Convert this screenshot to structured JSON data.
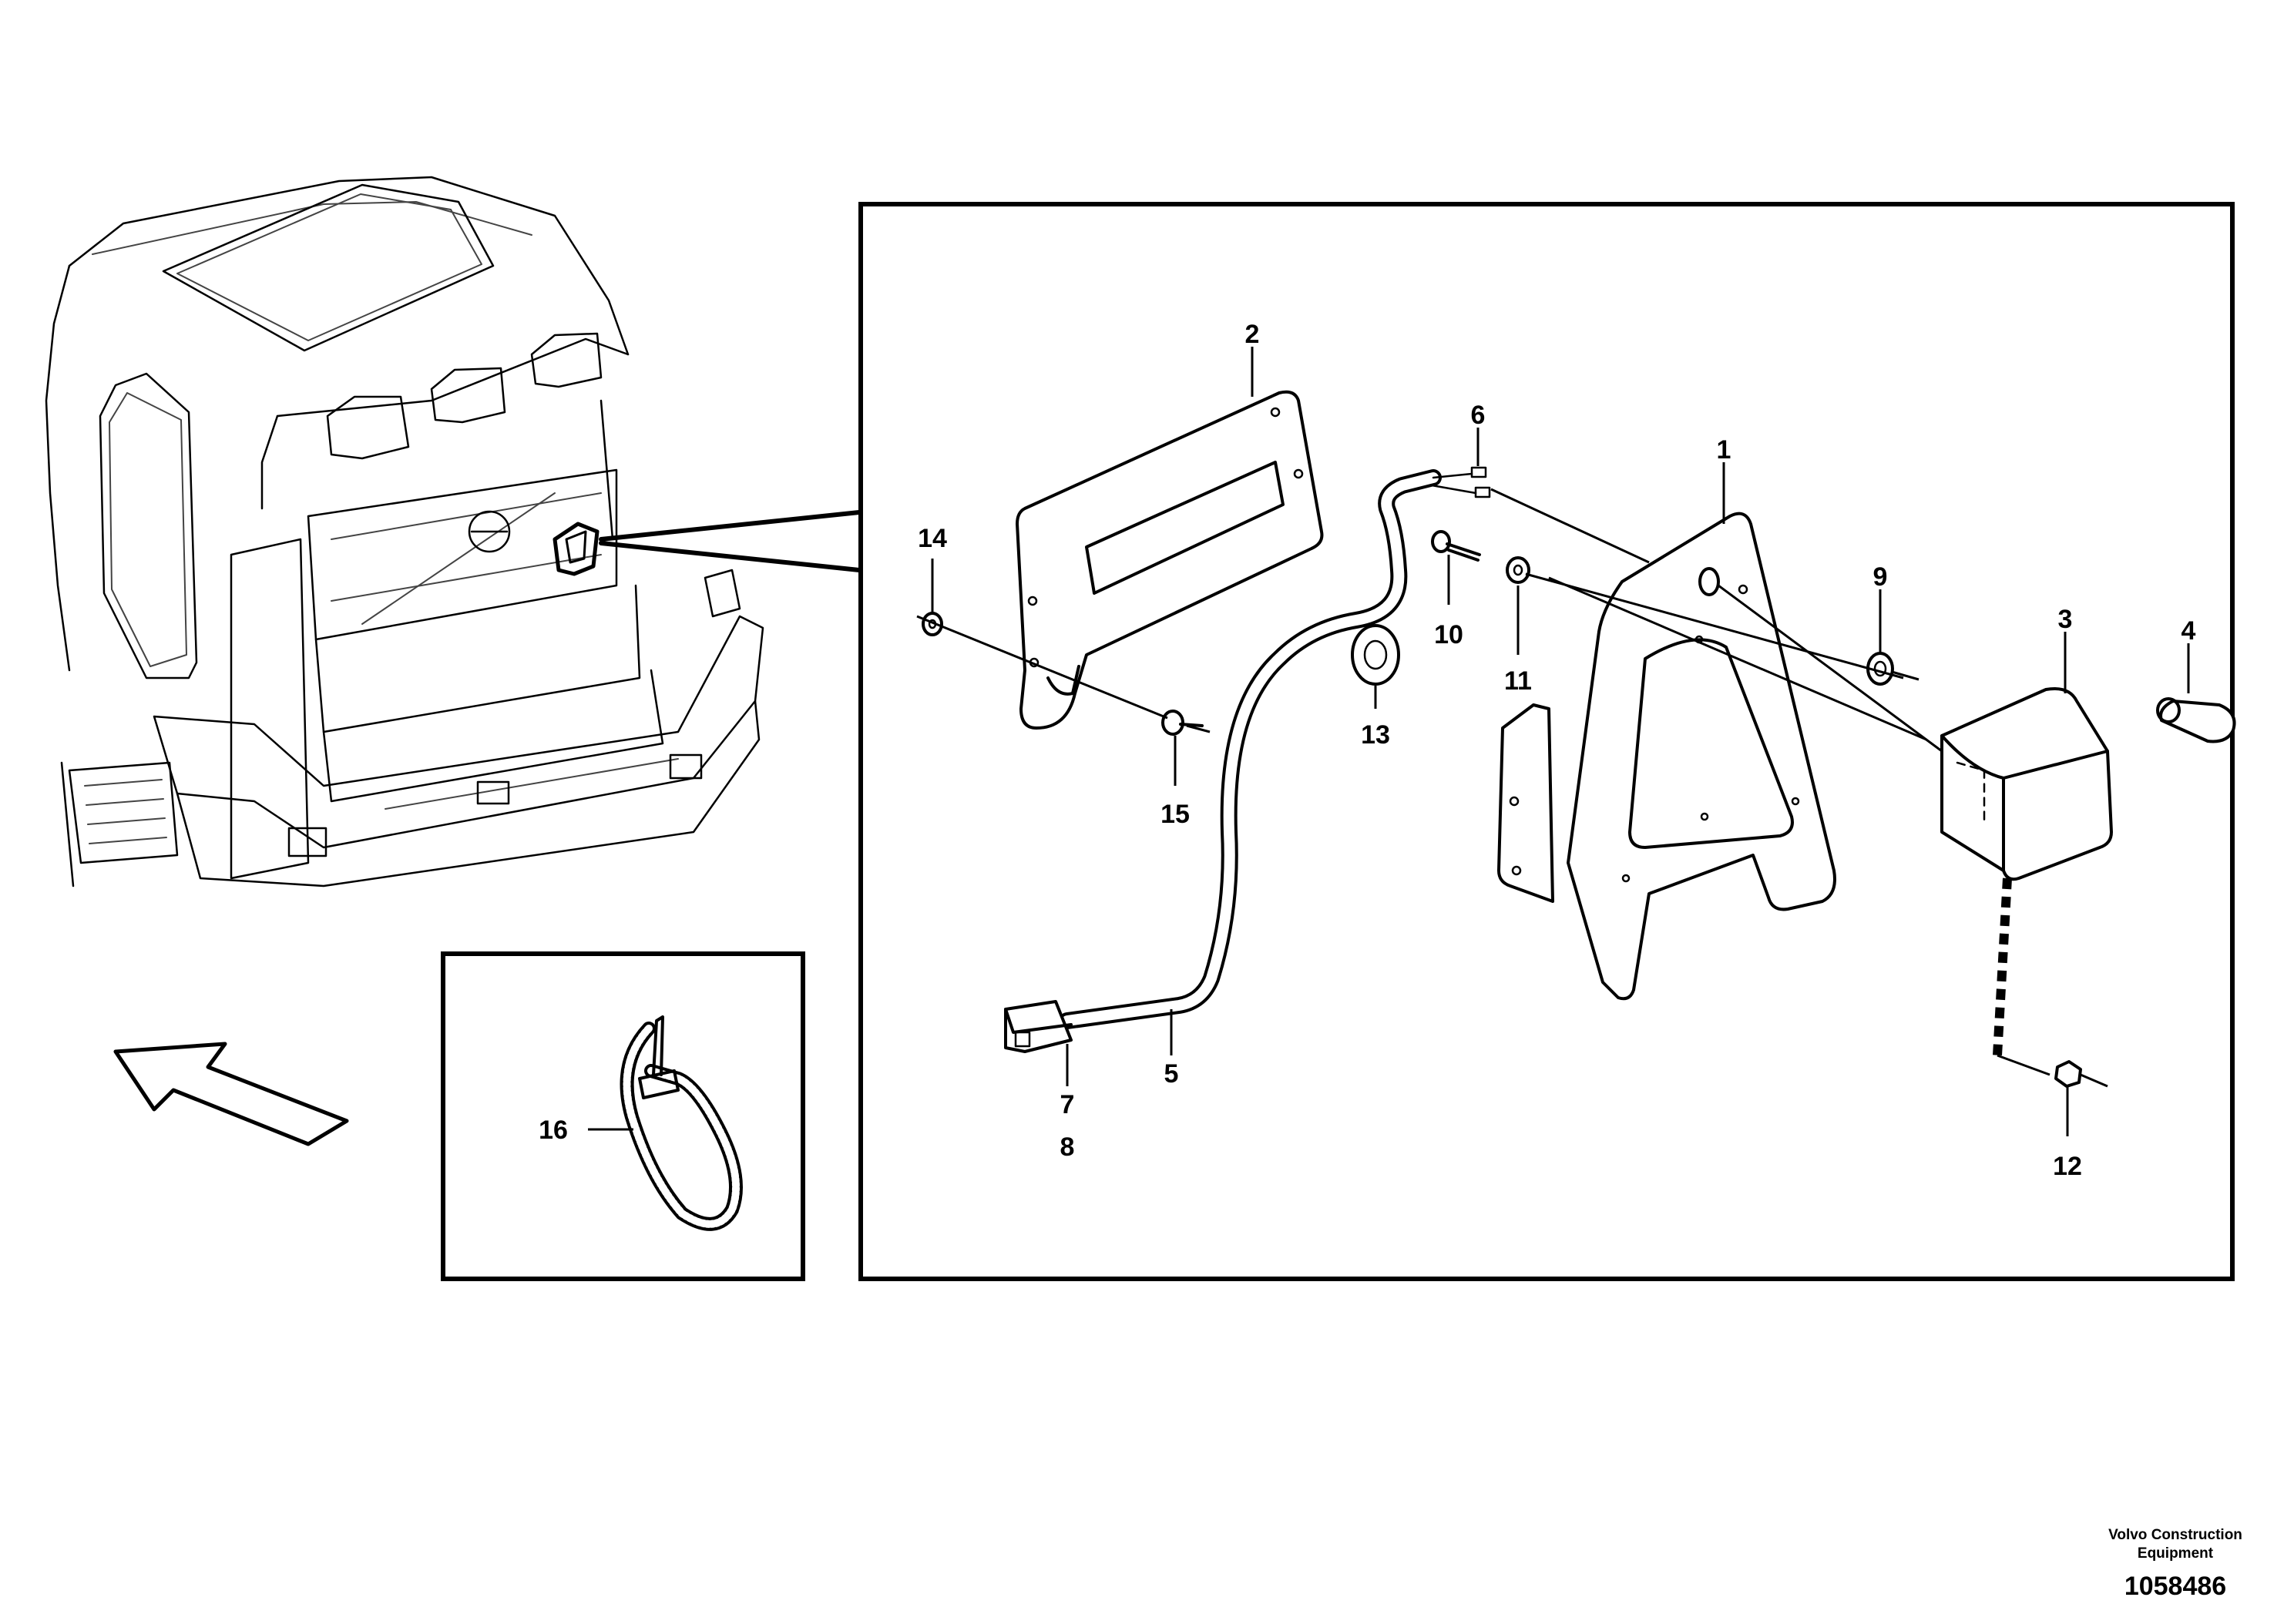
{
  "callouts": [
    {
      "id": "1",
      "label": "1"
    },
    {
      "id": "2",
      "label": "2"
    },
    {
      "id": "3",
      "label": "3"
    },
    {
      "id": "4",
      "label": "4"
    },
    {
      "id": "5",
      "label": "5"
    },
    {
      "id": "6",
      "label": "6"
    },
    {
      "id": "7",
      "label": "7"
    },
    {
      "id": "8",
      "label": "8"
    },
    {
      "id": "9",
      "label": "9"
    },
    {
      "id": "10",
      "label": "10"
    },
    {
      "id": "11",
      "label": "11"
    },
    {
      "id": "12",
      "label": "12"
    },
    {
      "id": "13",
      "label": "13"
    },
    {
      "id": "14",
      "label": "14"
    },
    {
      "id": "15",
      "label": "15"
    },
    {
      "id": "16",
      "label": "16"
    }
  ],
  "footer": {
    "company_line1": "Volvo Construction",
    "company_line2": "Equipment",
    "drawing_number": "1058486"
  }
}
